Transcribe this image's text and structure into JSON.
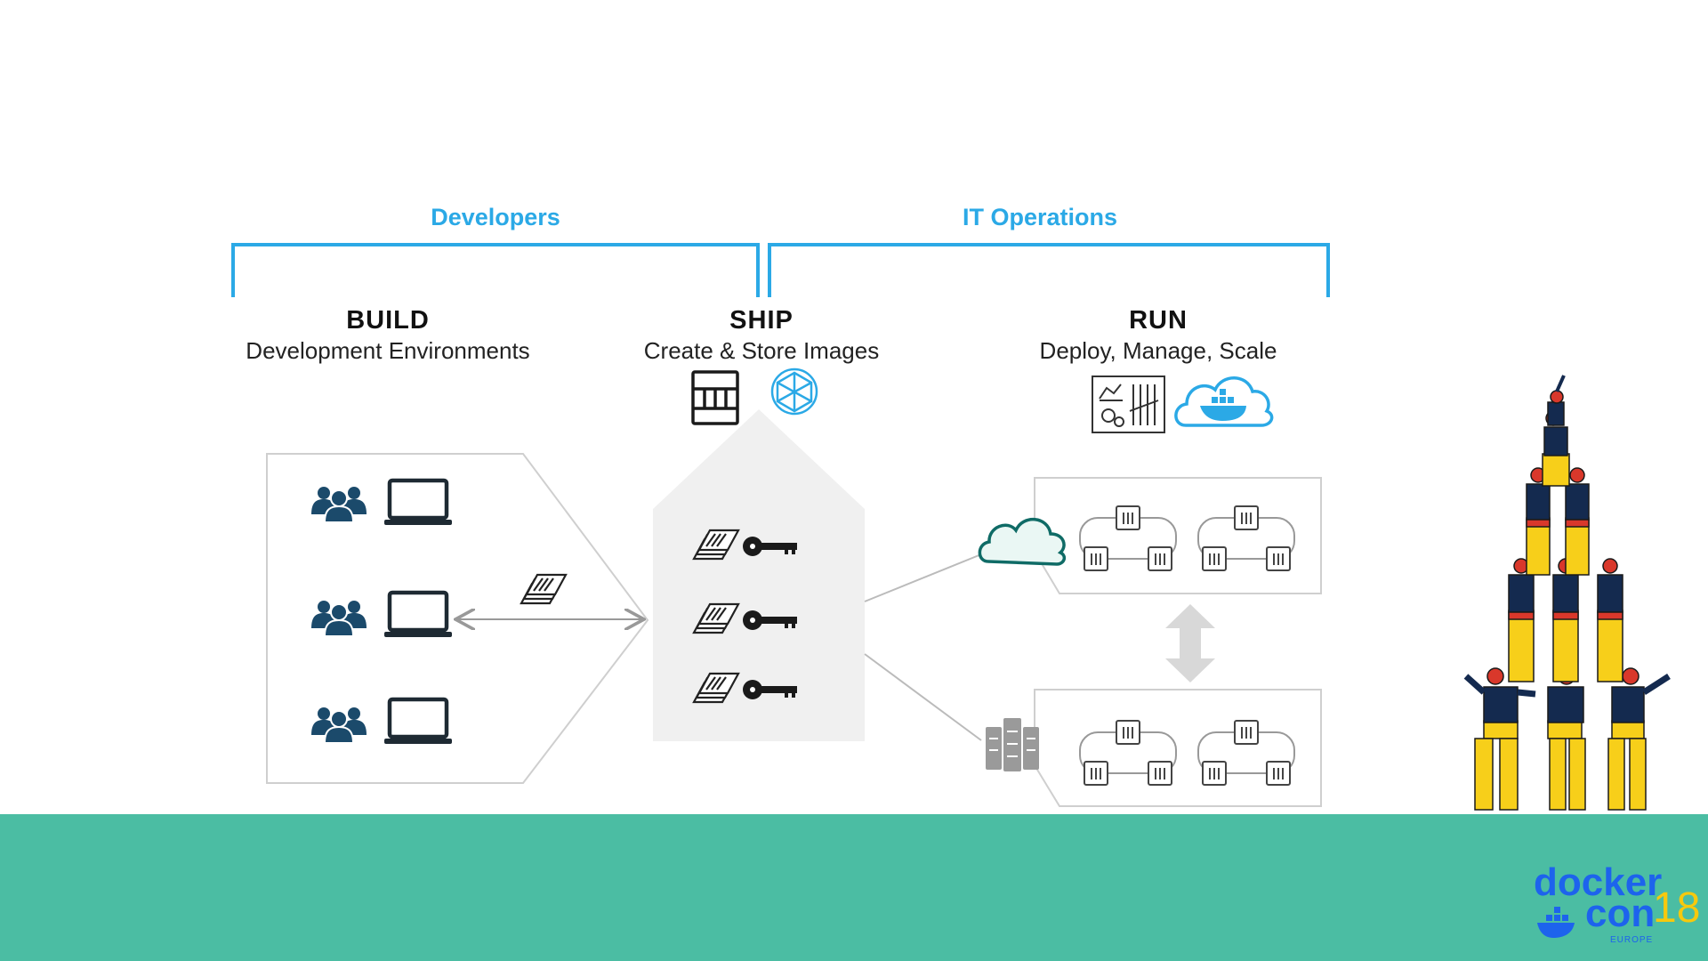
{
  "groups": {
    "developers": "Developers",
    "it_operations": "IT Operations"
  },
  "stages": {
    "build": {
      "title": "BUILD",
      "subtitle": "Development Environments"
    },
    "ship": {
      "title": "SHIP",
      "subtitle": "Create & Store Images"
    },
    "run": {
      "title": "RUN",
      "subtitle": "Deploy, Manage, Scale"
    }
  },
  "logo": {
    "line1": "docker",
    "line2": "con",
    "number": "18",
    "region": "EUROPE"
  },
  "colors": {
    "accent": "#2ba9e6",
    "footer": "#4bbda3",
    "navy": "#1b4a6b",
    "logo_blue": "#1d63ed",
    "logo_yellow": "#f6c90e"
  },
  "icons": {
    "developers": "people-group-icon",
    "laptop": "laptop-icon",
    "image": "image-stack-icon",
    "key": "key-icon",
    "registry": "registry-rack-icon",
    "trust": "trust-badge-icon",
    "control_panel": "control-panel-icon",
    "cloud": "docker-cloud-icon",
    "datacenter": "server-rack-icon",
    "container": "container-icon"
  }
}
